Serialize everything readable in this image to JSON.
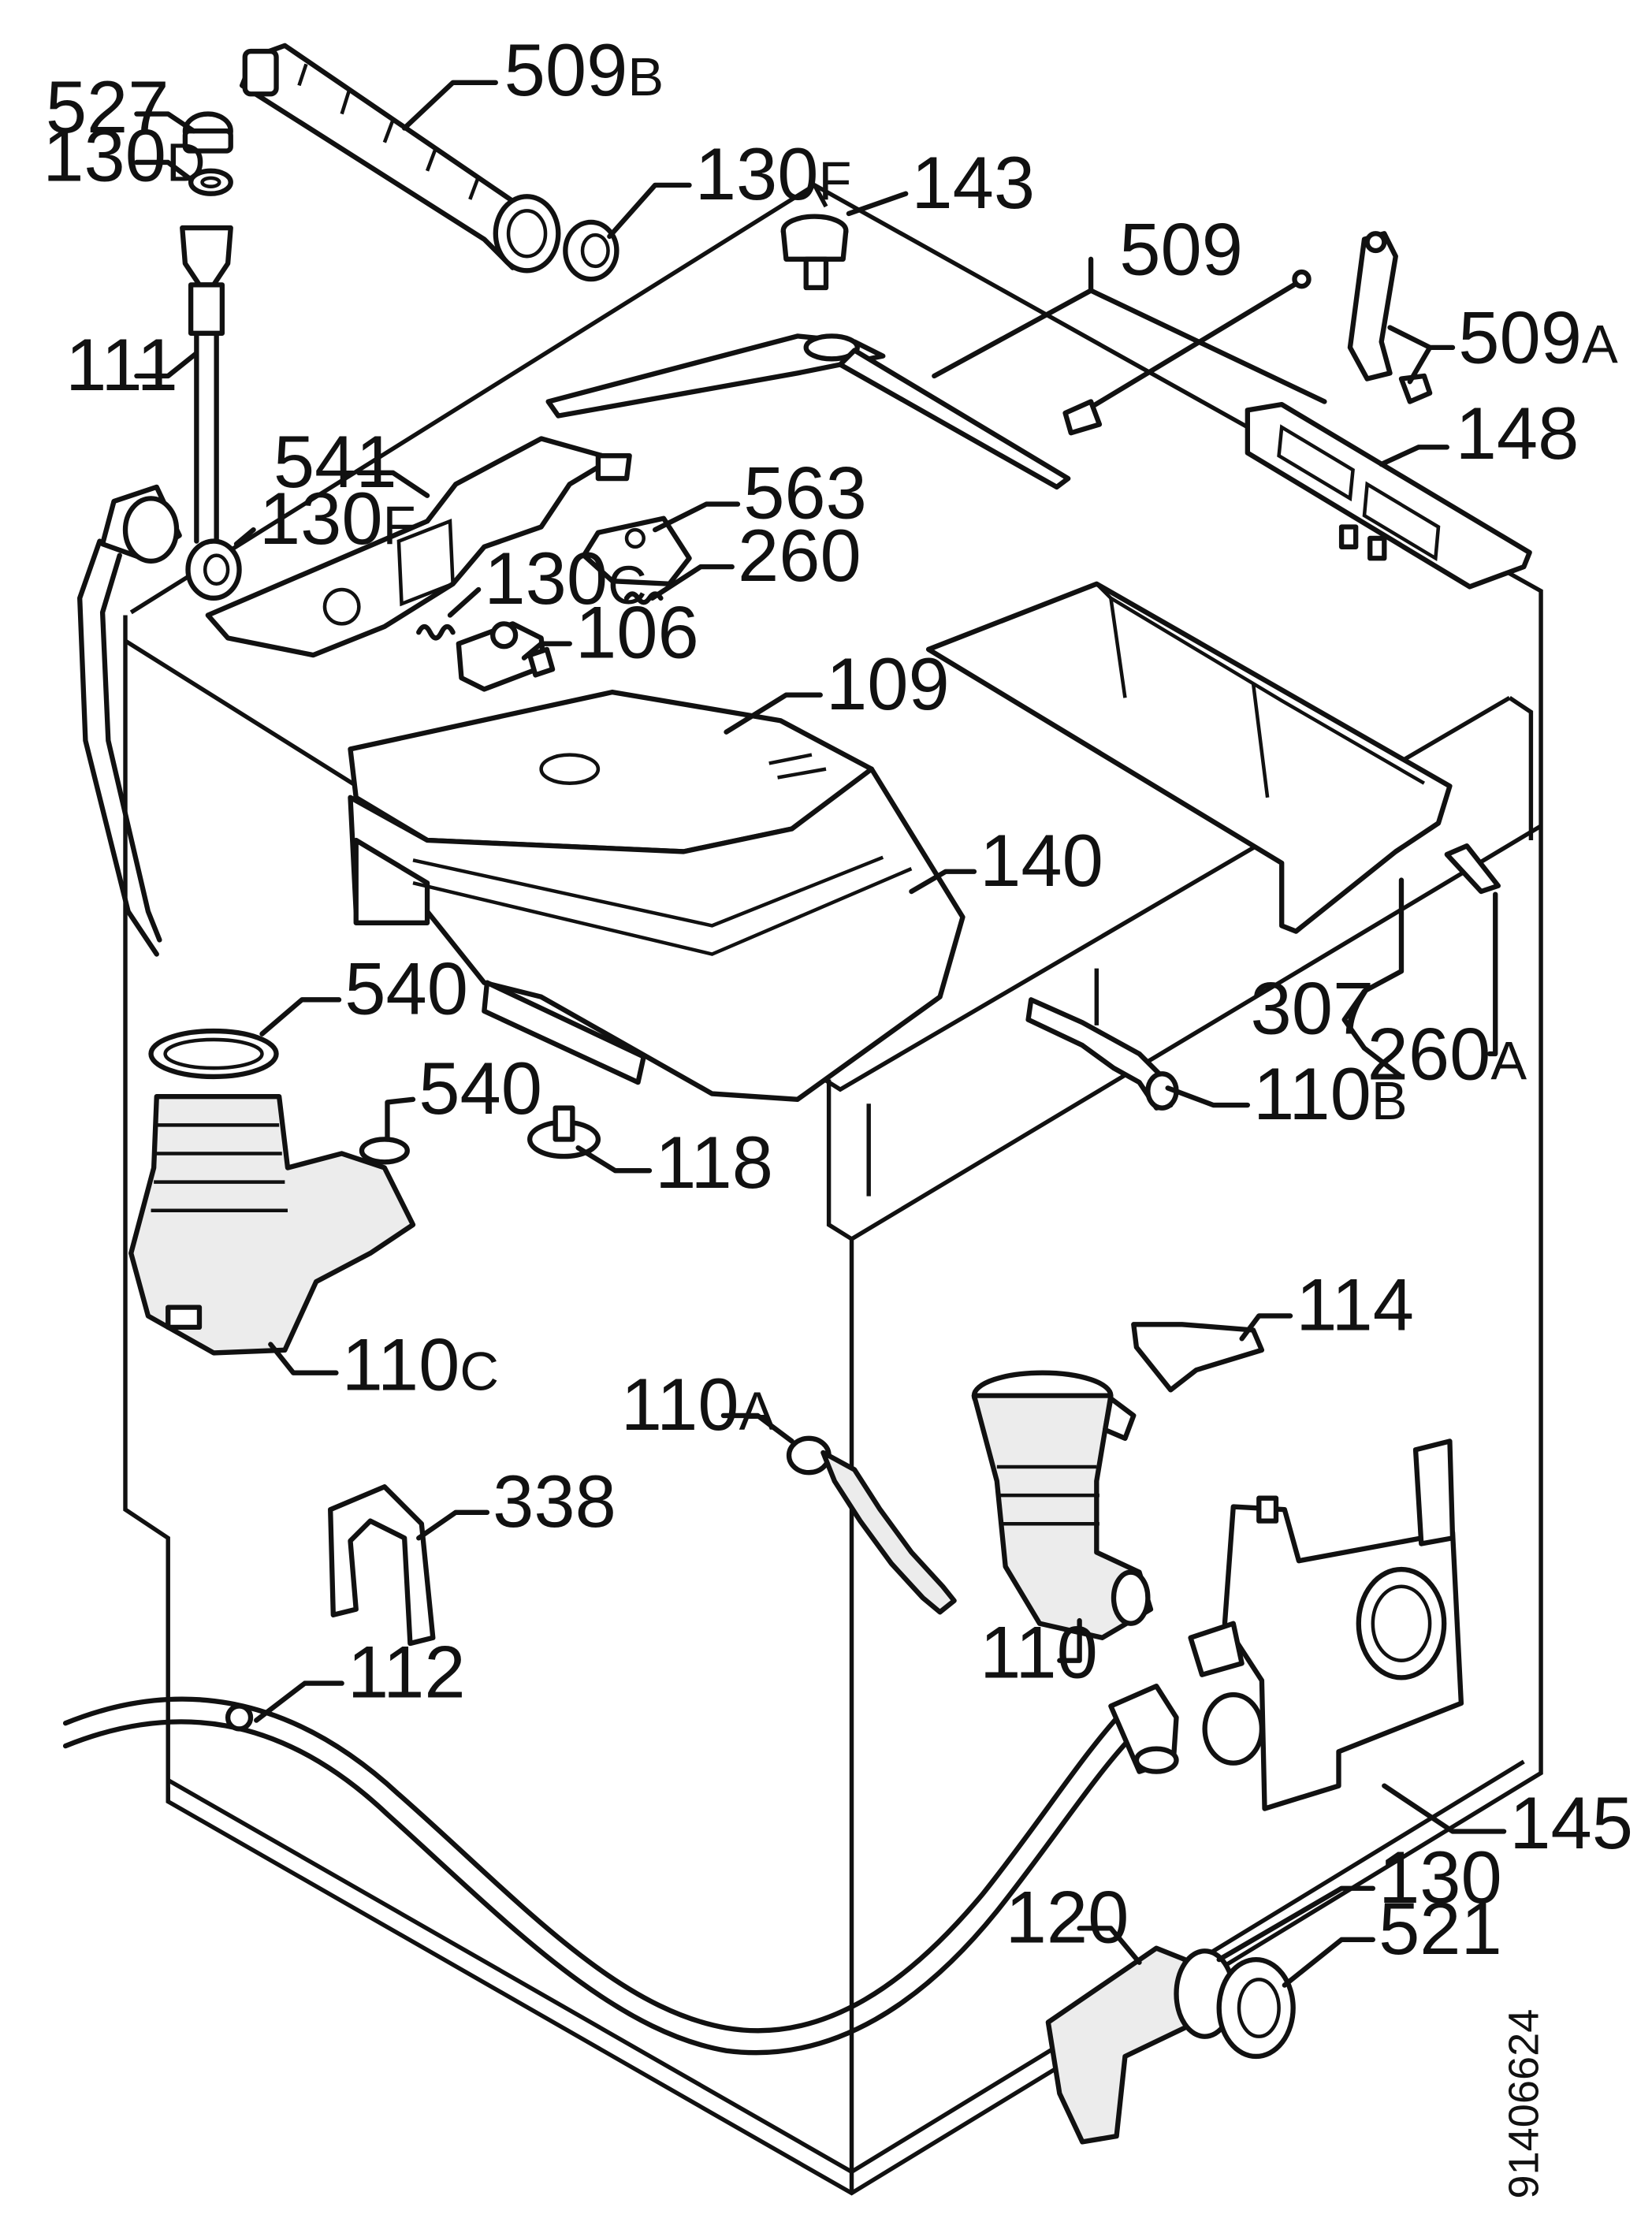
{
  "figure_code": "91406624",
  "labels": {
    "l527": {
      "num": "527",
      "suf": ""
    },
    "l130d": {
      "num": "130",
      "suf": "D"
    },
    "l509b": {
      "num": "509",
      "suf": "B"
    },
    "l130f_top": {
      "num": "130",
      "suf": "F"
    },
    "l143": {
      "num": "143",
      "suf": ""
    },
    "l509": {
      "num": "509",
      "suf": ""
    },
    "l509a": {
      "num": "509",
      "suf": "A"
    },
    "l111": {
      "num": "111",
      "suf": ""
    },
    "l148": {
      "num": "148",
      "suf": ""
    },
    "l541": {
      "num": "541",
      "suf": ""
    },
    "l563": {
      "num": "563",
      "suf": ""
    },
    "l130f_mid": {
      "num": "130",
      "suf": "F"
    },
    "l260": {
      "num": "260",
      "suf": ""
    },
    "l130c": {
      "num": "130",
      "suf": "C"
    },
    "l106": {
      "num": "106",
      "suf": ""
    },
    "l109": {
      "num": "109",
      "suf": ""
    },
    "l140": {
      "num": "140",
      "suf": ""
    },
    "l540_top": {
      "num": "540",
      "suf": ""
    },
    "l307": {
      "num": "307",
      "suf": ""
    },
    "l540_mid": {
      "num": "540",
      "suf": ""
    },
    "l260a": {
      "num": "260",
      "suf": "A"
    },
    "l110b": {
      "num": "110",
      "suf": "B"
    },
    "l118": {
      "num": "118",
      "suf": ""
    },
    "l114": {
      "num": "114",
      "suf": ""
    },
    "l110c": {
      "num": "110",
      "suf": "C"
    },
    "l110a": {
      "num": "110",
      "suf": "A"
    },
    "l338": {
      "num": "338",
      "suf": ""
    },
    "l110": {
      "num": "110",
      "suf": ""
    },
    "l112": {
      "num": "112",
      "suf": ""
    },
    "l145": {
      "num": "145",
      "suf": ""
    },
    "l130": {
      "num": "130",
      "suf": ""
    },
    "l120": {
      "num": "120",
      "suf": ""
    },
    "l521": {
      "num": "521",
      "suf": ""
    }
  }
}
